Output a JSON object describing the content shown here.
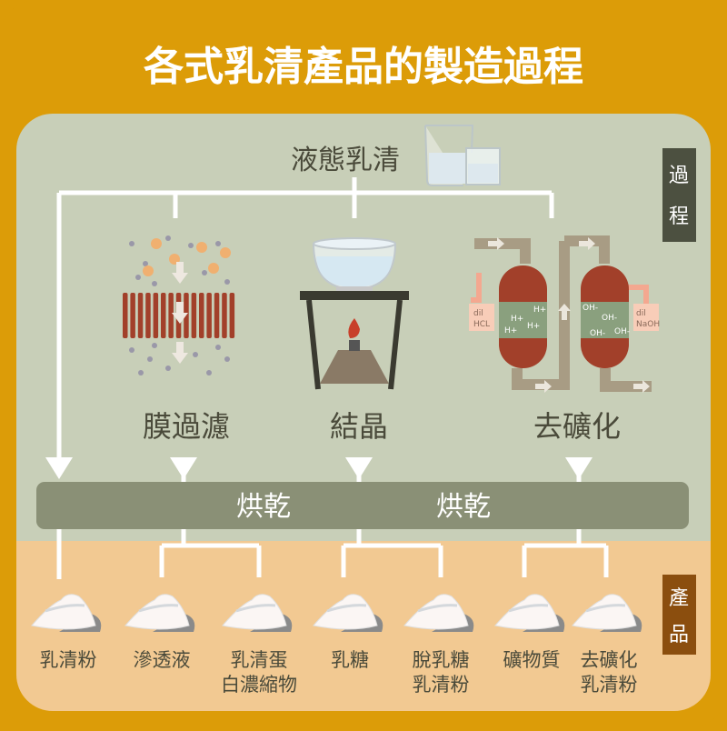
{
  "title": "各式乳清產品的製造過程",
  "source": "液態乳清",
  "side_labels": {
    "process": [
      "過",
      "程"
    ],
    "product": [
      "產",
      "品"
    ]
  },
  "processes": {
    "membrane": "膜過濾",
    "crystallization": "結晶",
    "demineralization": "去礦化"
  },
  "demin": {
    "acid": [
      "dil",
      "HCL"
    ],
    "base": [
      "dil",
      "NaOH"
    ],
    "h_ion": "H+",
    "oh_ion": "OH-"
  },
  "drying": [
    "烘乾",
    "烘乾"
  ],
  "products": [
    [
      "乳清粉"
    ],
    [
      "滲透液"
    ],
    [
      "乳清蛋",
      "白濃縮物"
    ],
    [
      "乳糖"
    ],
    [
      "脫乳糖",
      "乳清粉"
    ],
    [
      "礦物質"
    ],
    [
      "去礦化",
      "乳清粉"
    ]
  ],
  "colors": {
    "frame": "#dc9c08",
    "process_bg": "#c8cfb8",
    "product_bg": "#f2c992",
    "dry_bar": "#8a9076",
    "vessel": "#a2402a",
    "process_tag": "#4c5040",
    "product_tag": "#8b4e0e"
  }
}
